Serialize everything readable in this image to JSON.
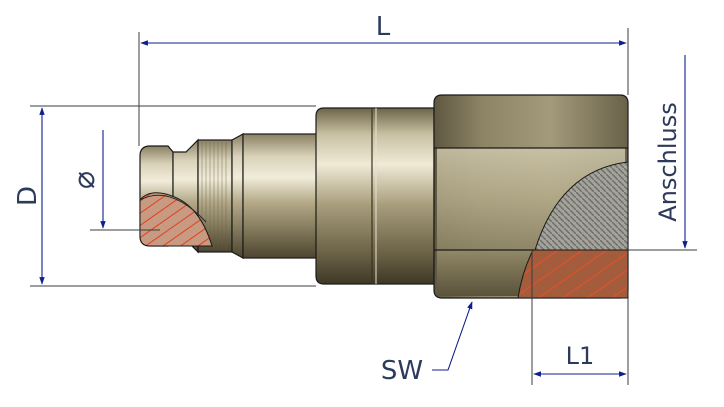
{
  "labels": {
    "length": "L",
    "diameter_outer": "D",
    "diameter_bore": "⌀",
    "connection": "Anschluss",
    "wrench_size": "SW",
    "thread_length": "L1"
  },
  "colors": {
    "dimension_line": "#0c1f8c",
    "extension_line": "#3c3c3c",
    "brass_light": "#dcd5bd",
    "brass_mid": "#a89e7c",
    "brass_dark": "#5c5238",
    "section_fill": "#a05a3a",
    "hatch": "#e04020",
    "thread_gray": "#9a9a94",
    "outline": "#1a1a1a"
  }
}
